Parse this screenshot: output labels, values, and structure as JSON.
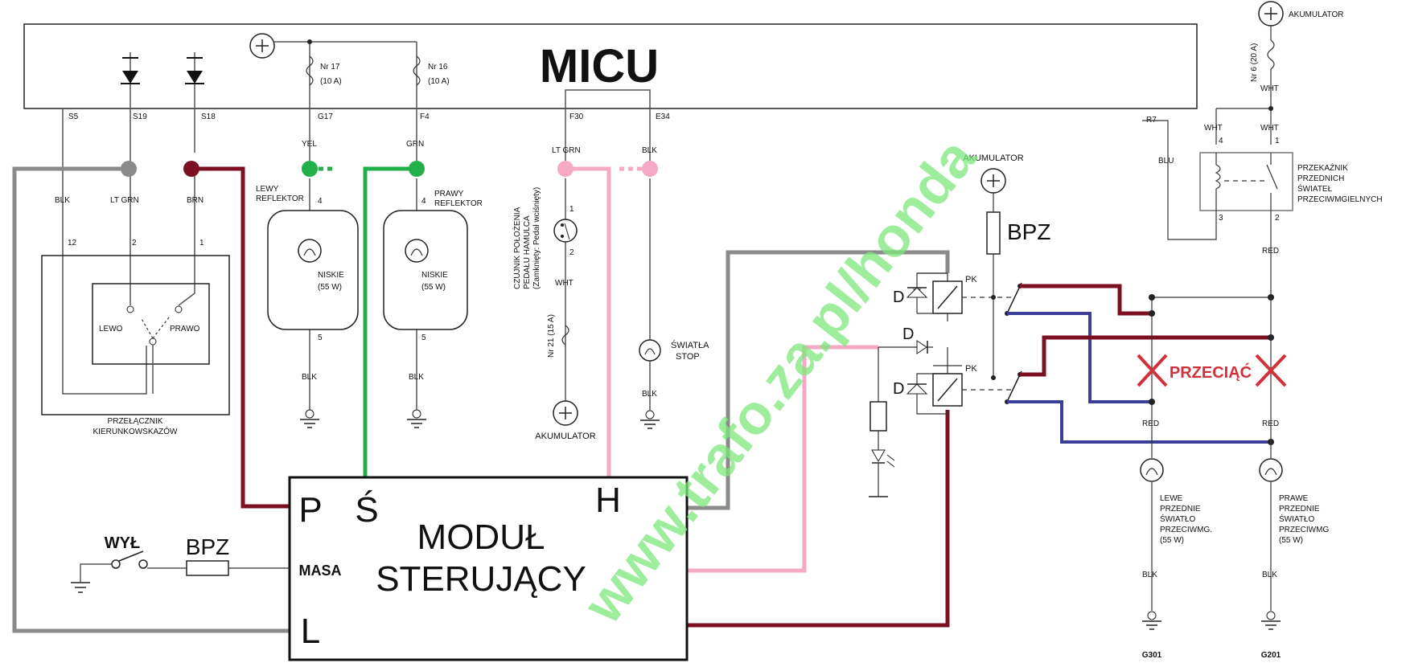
{
  "micu": {
    "title": "MICU",
    "pins": [
      "S5",
      "S19",
      "S18",
      "G17",
      "F4",
      "F30",
      "E34",
      "R7"
    ],
    "fuse_left": "Nr 17",
    "fuse_left_amp": "(10 A)",
    "fuse_right": "Nr 16",
    "fuse_right_amp": "(10 A)"
  },
  "wires": {
    "blk": "BLK",
    "lt_grn": "LT GRN",
    "brn": "BRN",
    "yel": "YEL",
    "grn": "GRN",
    "wht": "WHT",
    "blu": "BLU",
    "red": "RED"
  },
  "turn_switch": {
    "pins": [
      "12",
      "2",
      "1"
    ],
    "left": "LEWO",
    "right": "PRAWO",
    "caption_line1": "PRZEŁĄCZNIK",
    "caption_line2": "KIERUNKOWSKAZÓW"
  },
  "reflectors": {
    "left_line1": "LEWY",
    "left_line2": "REFLEKTOR",
    "right_line1": "PRAWY",
    "right_line2": "REFLEKTOR",
    "pin_top": "4",
    "pin_bottom": "5",
    "beam": "NISKIE",
    "power": "(55 W)"
  },
  "brake": {
    "sensor_line1": "CZUJNIK POŁOŻENIA",
    "sensor_line2": "PEDAŁU HAMULCA",
    "sensor_line3": "(Zamknięty: Pedał wciśnięty)",
    "pin1": "1",
    "pin2": "2",
    "fuse": "Nr 21 (15 A)",
    "accumulator": "AKUMULATOR",
    "stop_line1": "ŚWIATŁA",
    "stop_line2": "STOP"
  },
  "relay_block": {
    "accumulator": "AKUMULATOR",
    "bpz": "BPZ",
    "pk": "PK",
    "d": "D"
  },
  "fog_relay": {
    "accumulator": "AKUMULATOR",
    "fuse": "Nr 6 (20 A)",
    "pin_tl": "4",
    "pin_tr": "1",
    "pin_bl": "3",
    "pin_br": "2",
    "line1": "PRZEKAŹNIK",
    "line2": "PRZEDNICH",
    "line3": "ŚWIATEŁ",
    "line4": "PRZECIWMGIELNYCH"
  },
  "fog_lamps": {
    "cut": "PRZECIĄĆ",
    "left_line1": "LEWE",
    "left_line2": "PRZEDNIE",
    "left_line3": "ŚWIATŁO",
    "left_line4": "PRZECIWMG.",
    "right_line1": "PRAWE",
    "right_line2": "PRZEDNIE",
    "right_line3": "ŚWIATŁO",
    "right_line4": "PRZECIWMG",
    "power": "(55 W)",
    "ground_left": "G301",
    "ground_right": "G201"
  },
  "module": {
    "line1": "MODUŁ",
    "line2": "STERUJĄCY",
    "p": "P",
    "s": "Ś",
    "h": "H",
    "l": "L",
    "masa": "MASA"
  },
  "switch_off": {
    "label": "WYŁ",
    "bpz": "BPZ"
  },
  "watermark": "www.trafo.za.pl/honda",
  "colors": {
    "gray_wire": "#8a8a8a",
    "maroon_wire": "#7b1020",
    "green_wire": "#22b04a",
    "pink_wire": "#f6a9c4",
    "blue_wire": "#3b3f9a",
    "cut_mark": "#d0313a",
    "watermark": "#7de87d"
  }
}
